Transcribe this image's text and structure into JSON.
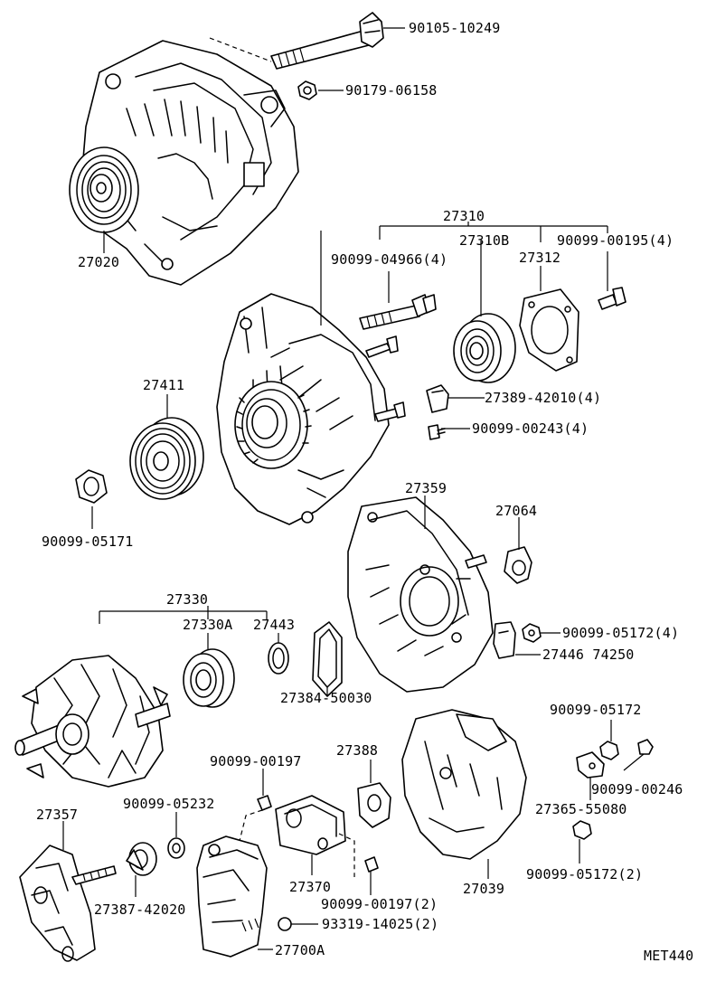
{
  "diagram_id": "MET440",
  "callouts": {
    "p90105_10249": "90105-10249",
    "p90179_06158": "90179-06158",
    "p27020": "27020",
    "p27310": "27310",
    "p90099_04966": "90099-04966(4)",
    "p27310B": "27310B",
    "p90099_00195": "90099-00195(4)",
    "p27312": "27312",
    "p27411": "27411",
    "p27389": "27389-42010(4)",
    "p90099_00243": "90099-00243(4)",
    "p90099_05171": "90099-05171",
    "p27359": "27359",
    "p27064": "27064",
    "p27330": "27330",
    "p27330A": "27330A",
    "p27443": "27443",
    "p90099_05172_4": "90099-05172(4)",
    "p27446": "27446 74250",
    "p27384": "27384-50030",
    "p90099_05172": "90099-05172",
    "p90099_00246": "90099-00246",
    "p27365": "27365-55080",
    "p90099_00197": "90099-00197",
    "p27388": "27388",
    "p90099_05232": "90099-05232",
    "p27357": "27357",
    "p27370": "27370",
    "p27039": "27039",
    "p27387": "27387-42020",
    "p90099_00197_2": "90099-00197(2)",
    "p90099_05172_2": "90099-05172(2)",
    "p93319": "93319-14025(2)",
    "p27700A": "27700A"
  }
}
